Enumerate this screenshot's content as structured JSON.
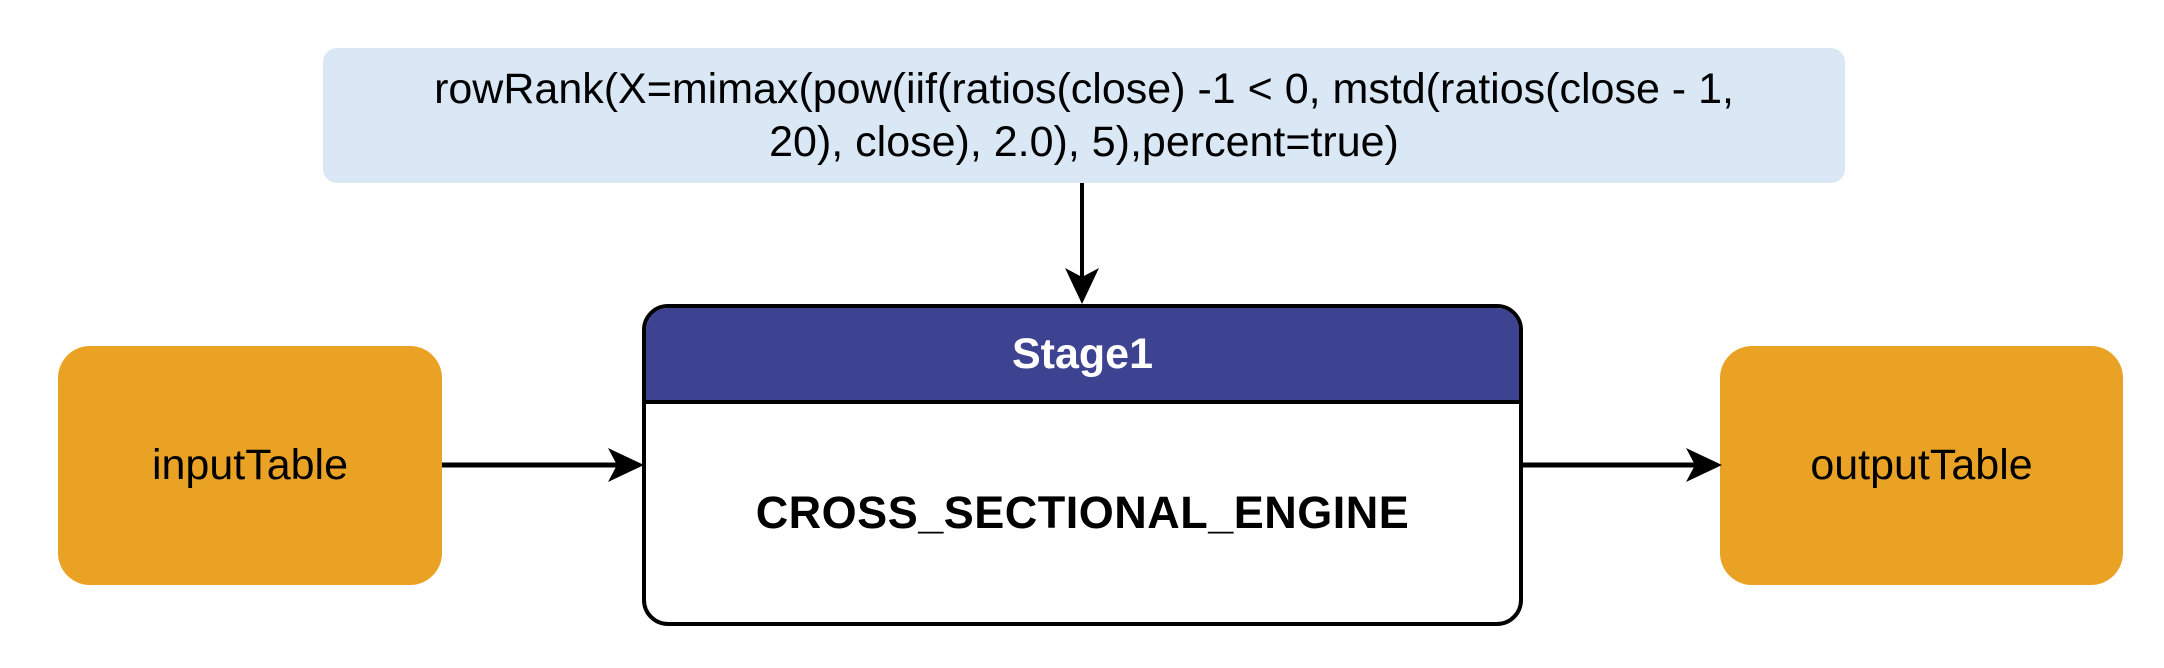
{
  "diagram": {
    "formula": {
      "text": "rowRank(X=mimax(pow(iif(ratios(close) -1 < 0, mstd(ratios(close - 1, 20), close), 2.0), 5),percent=true)",
      "lines": [
        "rowRank(X=mimax(pow(iif(ratios(close) -1 < 0, mstd(ratios(close - 1,",
        "20), close), 2.0), 5),percent=true)"
      ]
    },
    "stage": {
      "title": "Stage1",
      "engine": "CROSS_SECTIONAL_ENGINE"
    },
    "input": {
      "label": "inputTable"
    },
    "output": {
      "label": "outputTable"
    }
  },
  "colors": {
    "formula_bg": "#dae8f5",
    "stage_header_bg": "#3d4291",
    "stage_header_text": "#ffffff",
    "stage_body_bg": "#ffffff",
    "node_bg": "#eaa225",
    "border": "#000000",
    "arrow": "#000000",
    "text": "#000000"
  }
}
